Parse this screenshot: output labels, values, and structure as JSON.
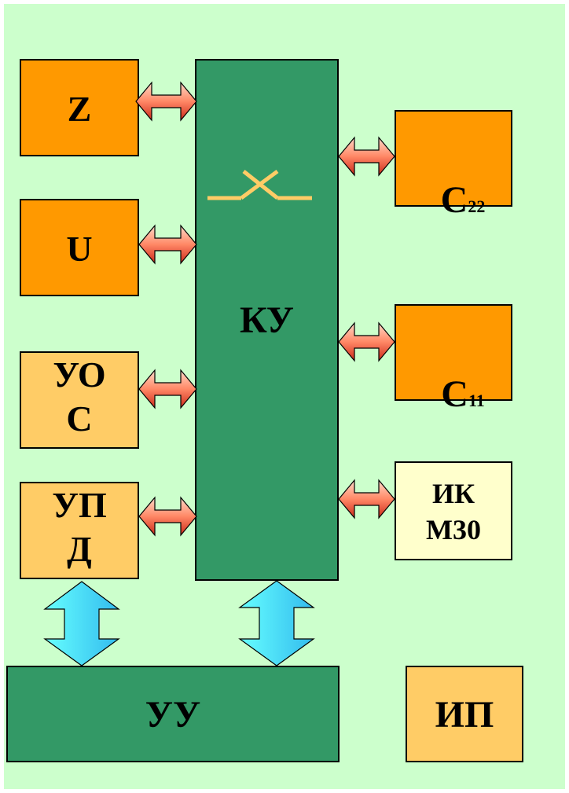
{
  "diagram": {
    "blocks": {
      "z": "Z",
      "u": "U",
      "uos": "УО\nС",
      "upd": "УП\nД",
      "ku": "КУ",
      "c22_main": "С",
      "c22_sub": "22",
      "c11_main": "С",
      "c11_sub": "11",
      "ikm30": "ИК\nМ30",
      "uu": "УУ",
      "ip": "ИП"
    }
  }
}
